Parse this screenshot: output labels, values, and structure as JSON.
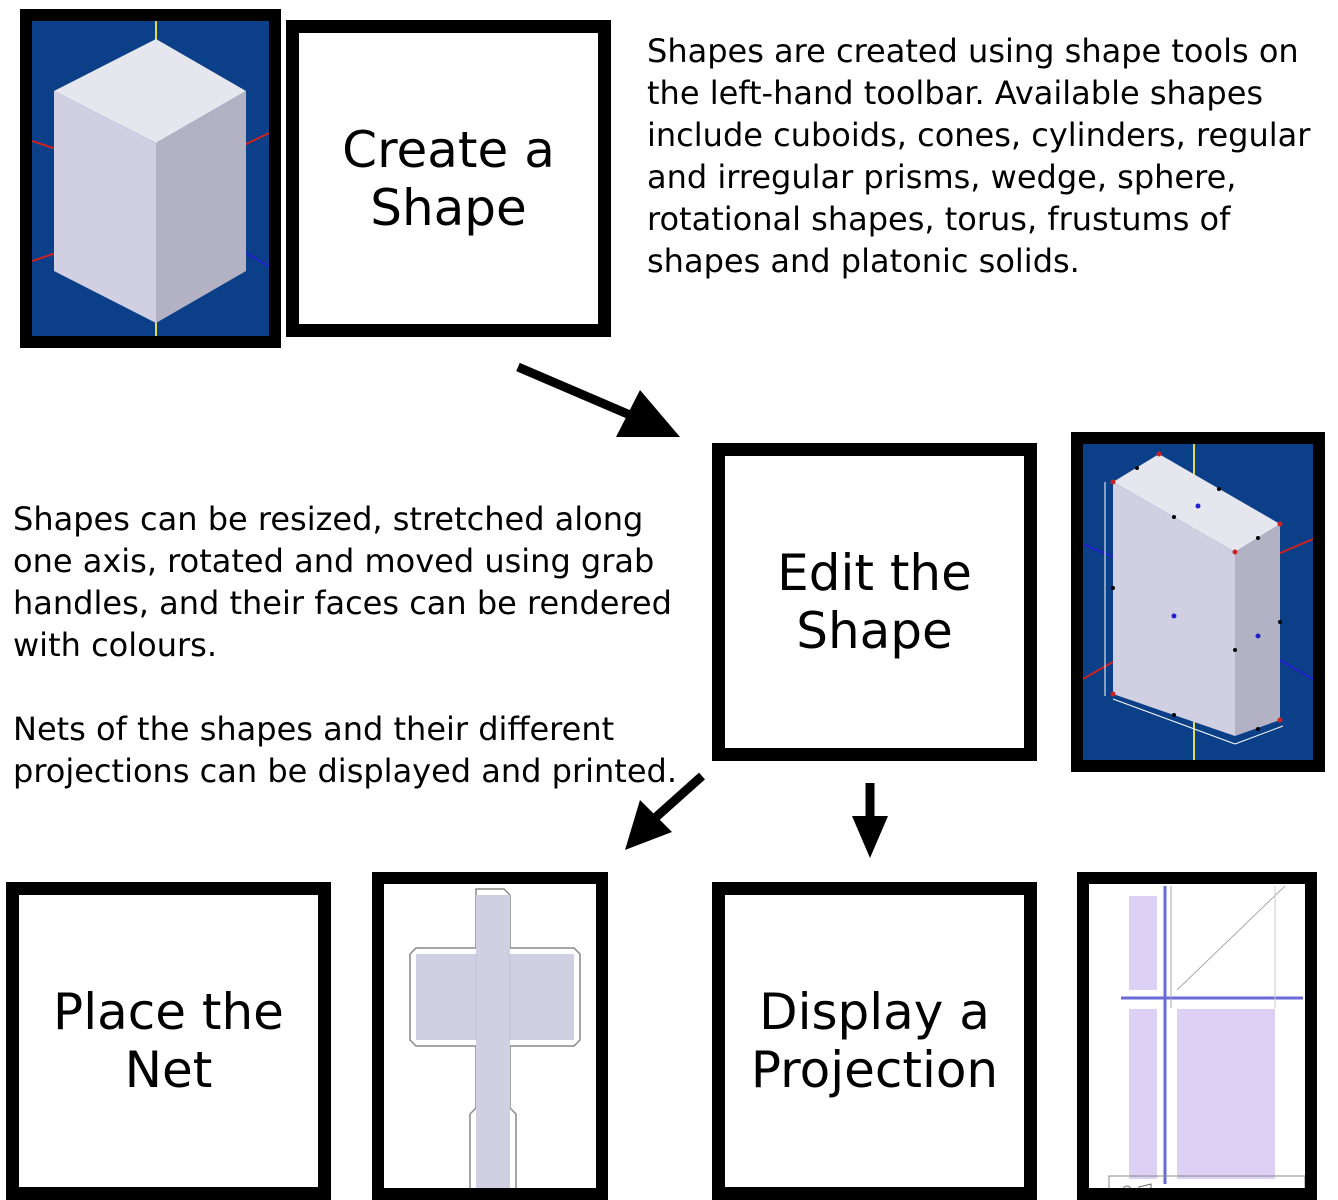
{
  "steps": {
    "create": "Create a\nShape",
    "edit": "Edit the\nShape",
    "net": "Place the\nNet",
    "projection": "Display a\nProjection"
  },
  "descriptions": {
    "create": "Shapes are created using shape tools on the left-hand toolbar. Available shapes include cuboids, cones, cylinders, regular and irregular prisms, wedge, sphere, rotational shapes, torus, frustums of shapes and platonic solids.",
    "edit": "Shapes can be resized, stretched along one axis, rotated and moved using grab handles, and their faces can be rendered with colours.",
    "nets": "Nets of the shapes and their different projections can be displayed and printed."
  },
  "images": {
    "cuboid": "cuboid-render",
    "edit": "edit-handles-render",
    "net": "net-diagram",
    "projection": "projection-drawing"
  },
  "colors": {
    "viewport_blue": "#0b3f87",
    "shape_face": "#d0d0e2",
    "shape_side": "#b2b2c4",
    "projection_fill": "#dcd0f5"
  }
}
